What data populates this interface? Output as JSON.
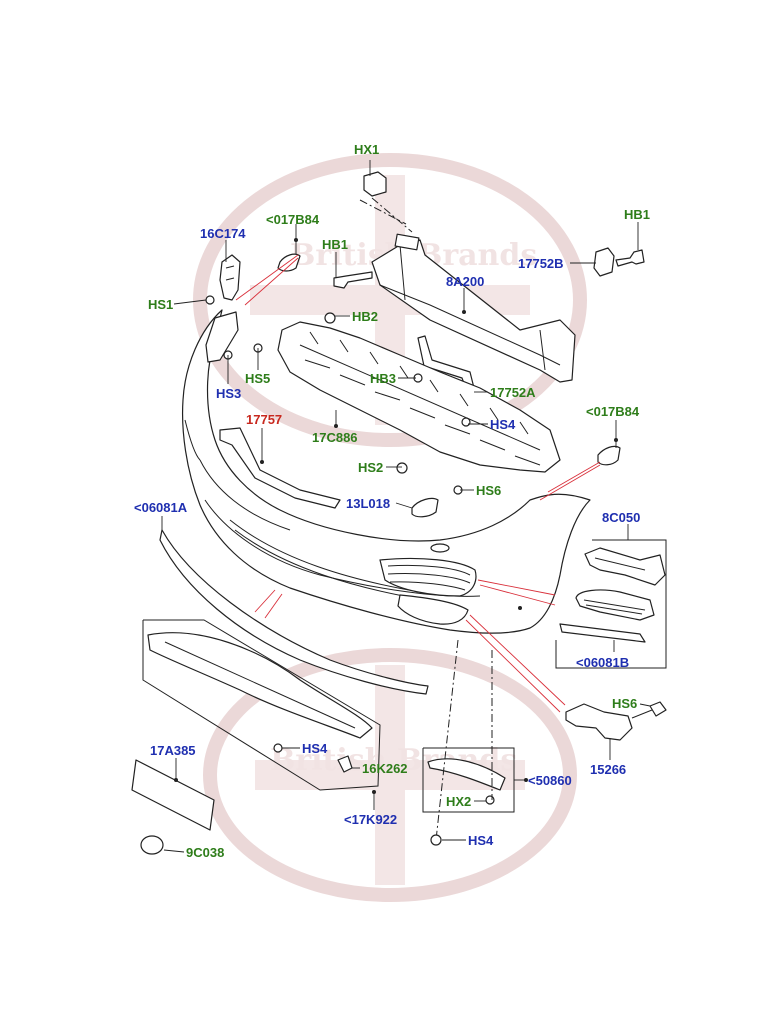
{
  "diagram": {
    "watermark": [
      "British Brands",
      "British Brands"
    ],
    "labels": [
      {
        "id": "HX1-top",
        "text": "HX1",
        "color": "green"
      },
      {
        "id": "017B84-left",
        "text": "<017B84",
        "color": "green"
      },
      {
        "id": "16C174",
        "text": "16C174",
        "color": "blue"
      },
      {
        "id": "HB1-top",
        "text": "HB1",
        "color": "green"
      },
      {
        "id": "HB1-right",
        "text": "HB1",
        "color": "green"
      },
      {
        "id": "17752B",
        "text": "17752B",
        "color": "blue"
      },
      {
        "id": "8A200",
        "text": "8A200",
        "color": "blue"
      },
      {
        "id": "HS1",
        "text": "HS1",
        "color": "green"
      },
      {
        "id": "HB2",
        "text": "HB2",
        "color": "green"
      },
      {
        "id": "HS5",
        "text": "HS5",
        "color": "green"
      },
      {
        "id": "HS3",
        "text": "HS3",
        "color": "blue"
      },
      {
        "id": "HB3",
        "text": "HB3",
        "color": "green"
      },
      {
        "id": "17752A",
        "text": "17752A",
        "color": "green"
      },
      {
        "id": "017B84-right",
        "text": "<017B84",
        "color": "green"
      },
      {
        "id": "17757",
        "text": "17757",
        "color": "red"
      },
      {
        "id": "HS4-mid",
        "text": "HS4",
        "color": "blue"
      },
      {
        "id": "17C886",
        "text": "17C886",
        "color": "green"
      },
      {
        "id": "HS2",
        "text": "HS2",
        "color": "green"
      },
      {
        "id": "HS6-mid",
        "text": "HS6",
        "color": "green"
      },
      {
        "id": "13L018",
        "text": "13L018",
        "color": "blue"
      },
      {
        "id": "06081A",
        "text": "<06081A",
        "color": "blue"
      },
      {
        "id": "8C050",
        "text": "8C050",
        "color": "blue"
      },
      {
        "id": "06081B",
        "text": "<06081B",
        "color": "blue"
      },
      {
        "id": "HS6-right",
        "text": "HS6",
        "color": "green"
      },
      {
        "id": "15266",
        "text": "15266",
        "color": "blue"
      },
      {
        "id": "17A385",
        "text": "17A385",
        "color": "blue"
      },
      {
        "id": "HS4-lower",
        "text": "HS4",
        "color": "blue"
      },
      {
        "id": "16K262",
        "text": "16K262",
        "color": "green"
      },
      {
        "id": "50860",
        "text": "<50860",
        "color": "blue"
      },
      {
        "id": "HX2",
        "text": "HX2",
        "color": "green"
      },
      {
        "id": "17K922",
        "text": "<17K922",
        "color": "blue"
      },
      {
        "id": "HS4-bottom",
        "text": "HS4",
        "color": "blue"
      },
      {
        "id": "9C038",
        "text": "9C038",
        "color": "green"
      }
    ]
  }
}
